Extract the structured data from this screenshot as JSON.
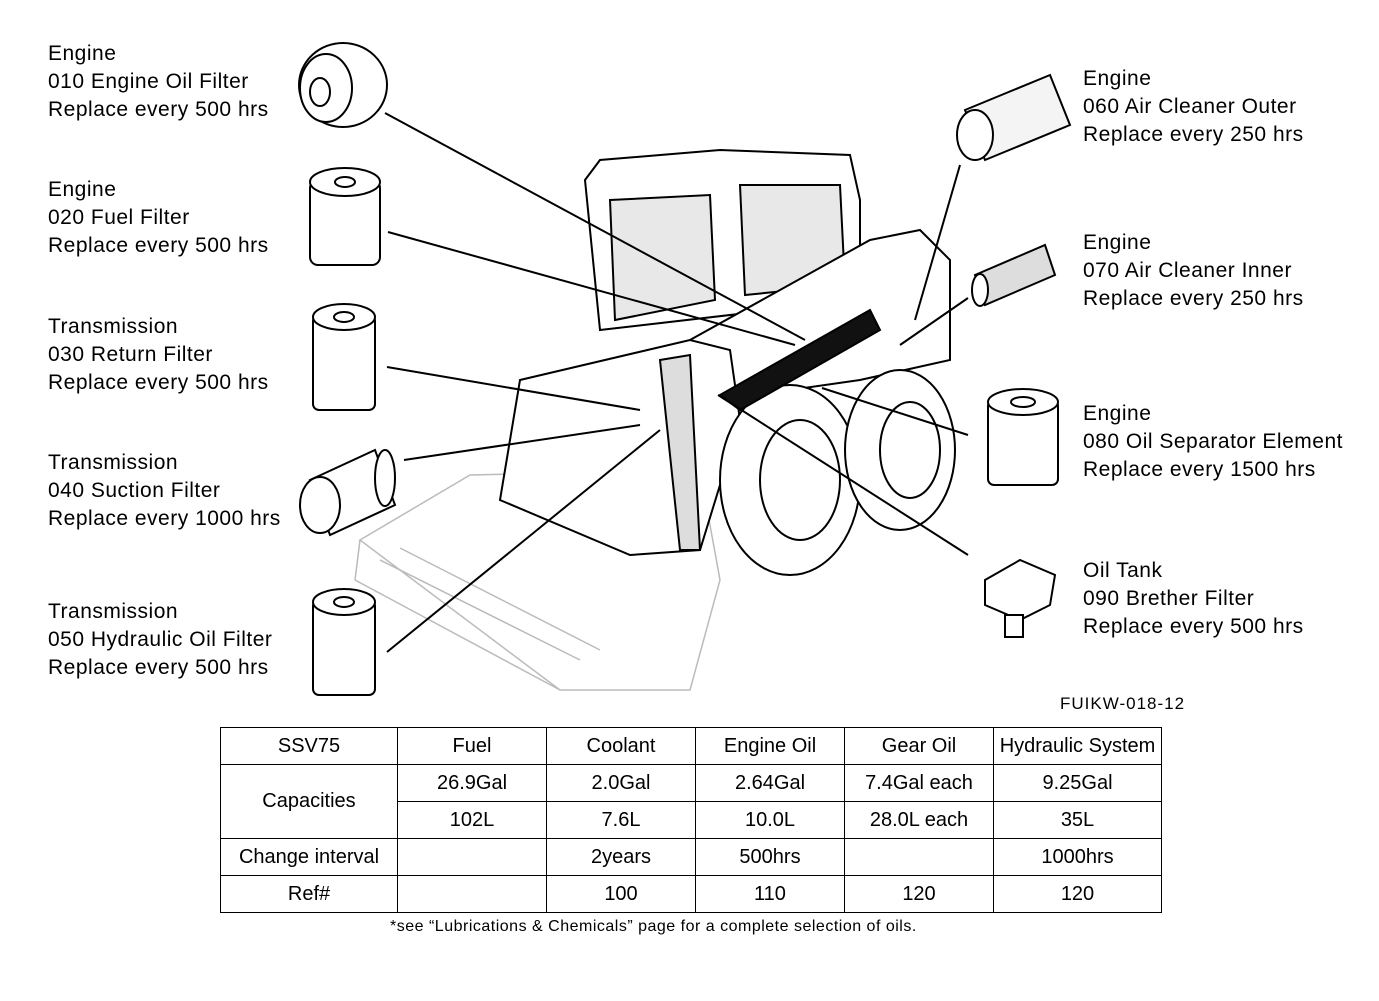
{
  "callouts": [
    {
      "id": "010",
      "category": "Engine",
      "name": "010  Engine  Oil  Filter",
      "interval": "Replace  every  500  hrs"
    },
    {
      "id": "020",
      "category": "Engine",
      "name": "020  Fuel  Filter",
      "interval": "Replace  every  500  hrs"
    },
    {
      "id": "030",
      "category": "Transmission",
      "name": "030  Return  Filter",
      "interval": "Replace  every  500  hrs"
    },
    {
      "id": "040",
      "category": "Transmission",
      "name": "040  Suction  Filter",
      "interval": "Replace  every  1000  hrs"
    },
    {
      "id": "050",
      "category": "Transmission",
      "name": "050  Hydraulic  Oil  Filter",
      "interval": "Replace  every  500  hrs"
    },
    {
      "id": "060",
      "category": "Engine",
      "name": "060  Air  Cleaner  Outer",
      "interval": "Replace  every  250  hrs"
    },
    {
      "id": "070",
      "category": "Engine",
      "name": "070  Air  Cleaner  Inner",
      "interval": "Replace  every  250  hrs"
    },
    {
      "id": "080",
      "category": "Engine",
      "name": "080  Oil  Separator  Element",
      "interval": "Replace  every  1500  hrs"
    },
    {
      "id": "090",
      "category": "Oil  Tank",
      "name": "090  Brether  Filter",
      "interval": "Replace  every  500  hrs"
    }
  ],
  "doc_id": "FUIKW-018-12",
  "table": {
    "header": [
      "SSV75",
      "Fuel",
      "Coolant",
      "Engine  Oil",
      "Gear  Oil",
      "Hydraulic  System"
    ],
    "capacities_label": "Capacities",
    "capacities_gal": [
      "26.9Gal",
      "2.0Gal",
      "2.64Gal",
      "7.4Gal  each",
      "9.25Gal"
    ],
    "capacities_l": [
      "102L",
      "7.6L",
      "10.0L",
      "28.0L  each",
      "35L"
    ],
    "change_label": "Change  interval",
    "change": [
      "",
      "2years",
      "500hrs",
      "",
      "1000hrs"
    ],
    "ref_label": "Ref#",
    "ref": [
      "",
      "100",
      "110",
      "120",
      "120"
    ]
  },
  "footnote": "*see “Lubrications & Chemicals” page for a complete selection of oils."
}
